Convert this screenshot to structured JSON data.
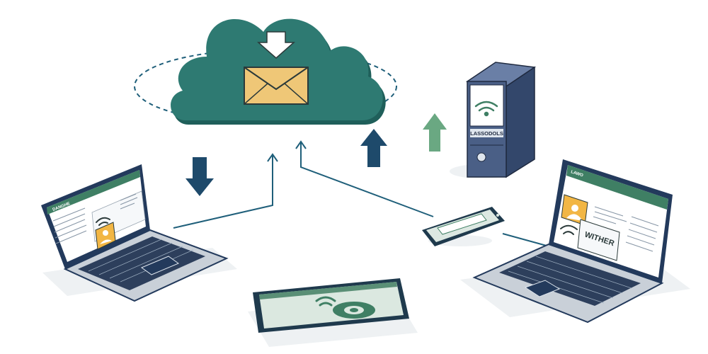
{
  "illustration": {
    "server_label": "LASSODOLS",
    "laptop_right_screen_text": "WITHER",
    "laptop_left_header": "DANGHE",
    "laptop_right_header": "LAWO",
    "colors": {
      "cloud": "#2e7a72",
      "navy": "#1e4a6b",
      "arrow_light": "#6aa882",
      "envelope": "#efc777",
      "server": "#4a5f86",
      "screen_green": "#3f7f64",
      "avatar": "#f2b644",
      "line": "#1f5f7a"
    },
    "icons": [
      "cloud-icon",
      "envelope-icon",
      "download-arrow-icon",
      "upload-arrow-icon",
      "wifi-icon",
      "server-icon",
      "laptop-icon",
      "tablet-icon",
      "smartphone-icon",
      "user-avatar-icon"
    ]
  }
}
